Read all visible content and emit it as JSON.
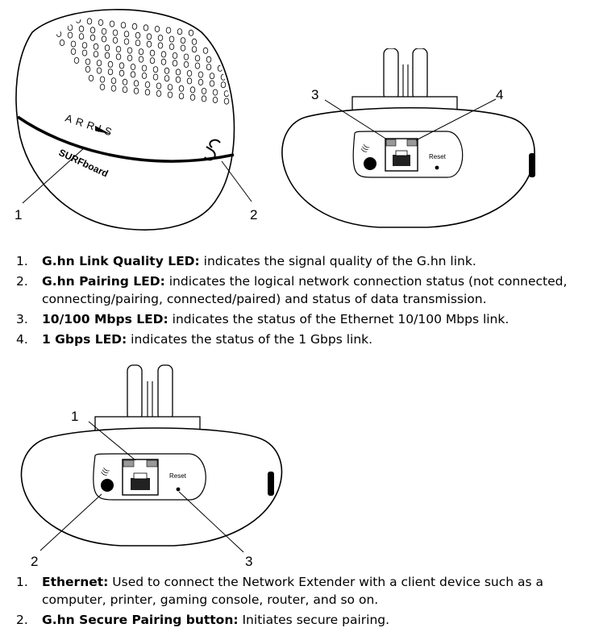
{
  "figure1": {
    "device_brand": "ARRIS",
    "device_model": "SURFboard",
    "callouts": [
      "1",
      "2",
      "3",
      "4"
    ],
    "port_label": "Reset"
  },
  "list1": [
    {
      "num": "1.",
      "term": "G.hn Link Quality LED:",
      "desc": " indicates the signal quality of the G.hn link."
    },
    {
      "num": "2.",
      "term": "G.hn Pairing LED:",
      "desc": " indicates the logical network connection status (not connected, connecting/pairing, connected/paired) and status of data transmission."
    },
    {
      "num": "3.",
      "term": "10/100 Mbps LED:",
      "desc": " indicates the status of the Ethernet 10/100 Mbps link."
    },
    {
      "num": "4.",
      "term": "1 Gbps LED:",
      "desc": " indicates the status of the 1 Gbps link."
    }
  ],
  "figure2": {
    "callouts": [
      "1",
      "2",
      "3"
    ],
    "port_label": "Reset"
  },
  "list2": [
    {
      "num": "1.",
      "term": "Ethernet:",
      "desc": " Used to connect the Network Extender with a client device such as a computer, printer, gaming console, router, and so on."
    },
    {
      "num": "2.",
      "term": "G.hn Secure Pairing button:",
      "desc": " Initiates secure pairing."
    }
  ]
}
